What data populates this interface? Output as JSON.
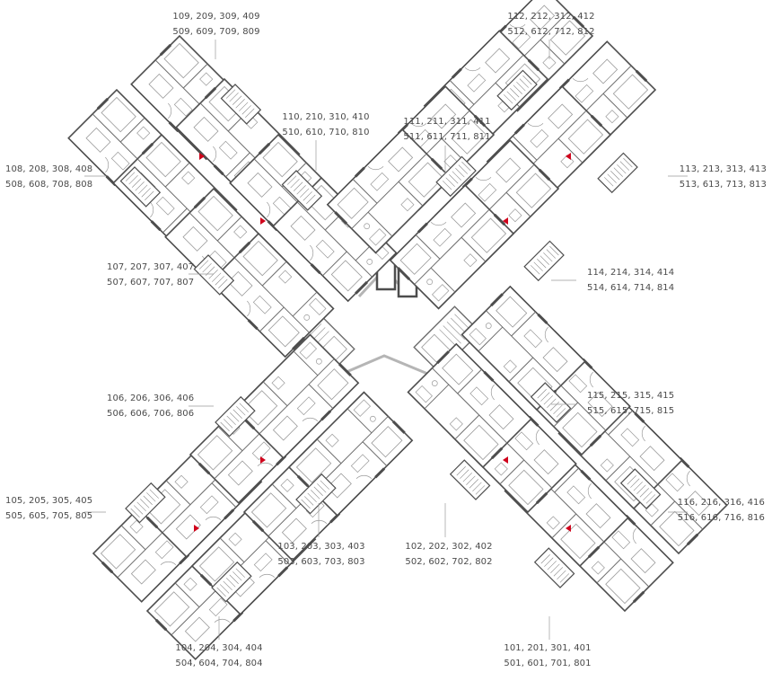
{
  "unit_labels": [
    {
      "id": "a",
      "line1": "109, 209, 309, 409",
      "line2": "509, 609, 709, 809"
    },
    {
      "id": "b",
      "line1": "112, 212, 312, 412",
      "line2": "512, 612, 712, 812"
    },
    {
      "id": "c",
      "line1": "110, 210, 310, 410",
      "line2": "510, 610, 710, 810"
    },
    {
      "id": "d",
      "line1": "111, 211, 311, 411",
      "line2": "511, 611, 711, 811"
    },
    {
      "id": "e",
      "line1": "108, 208, 308, 408",
      "line2": "508, 608, 708, 808"
    },
    {
      "id": "f",
      "line1": "113, 213, 313, 413",
      "line2": "513, 613, 713, 813"
    },
    {
      "id": "g",
      "line1": "107, 207, 307, 407",
      "line2": "507, 607, 707, 807"
    },
    {
      "id": "h",
      "line1": "114, 214, 314, 414",
      "line2": "514, 614, 714, 814"
    },
    {
      "id": "i",
      "line1": "106, 206, 306, 406",
      "line2": "506, 606, 706, 806"
    },
    {
      "id": "j",
      "line1": "115, 215, 315, 415",
      "line2": "515, 615, 715, 815"
    },
    {
      "id": "k",
      "line1": "105, 205, 305, 405",
      "line2": "505, 605, 705, 805"
    },
    {
      "id": "l",
      "line1": "116, 216, 316, 416",
      "line2": "516, 616, 716, 816"
    },
    {
      "id": "m",
      "line1": "103, 203, 303, 403",
      "line2": "503, 603, 703, 803"
    },
    {
      "id": "n",
      "line1": "102, 202, 302, 402",
      "line2": "502, 602, 702, 802"
    },
    {
      "id": "o",
      "line1": "104, 204, 304, 404",
      "line2": "504, 604, 704, 804"
    },
    {
      "id": "p",
      "line1": "101, 201, 301, 401",
      "line2": "501, 601, 701, 801"
    }
  ],
  "colors": {
    "wall": "#4d4d4d",
    "thin_line": "#8c8c8c",
    "corridor": "#b5b5b5",
    "marker": "#d0021b",
    "text": "#4a4a4a"
  }
}
